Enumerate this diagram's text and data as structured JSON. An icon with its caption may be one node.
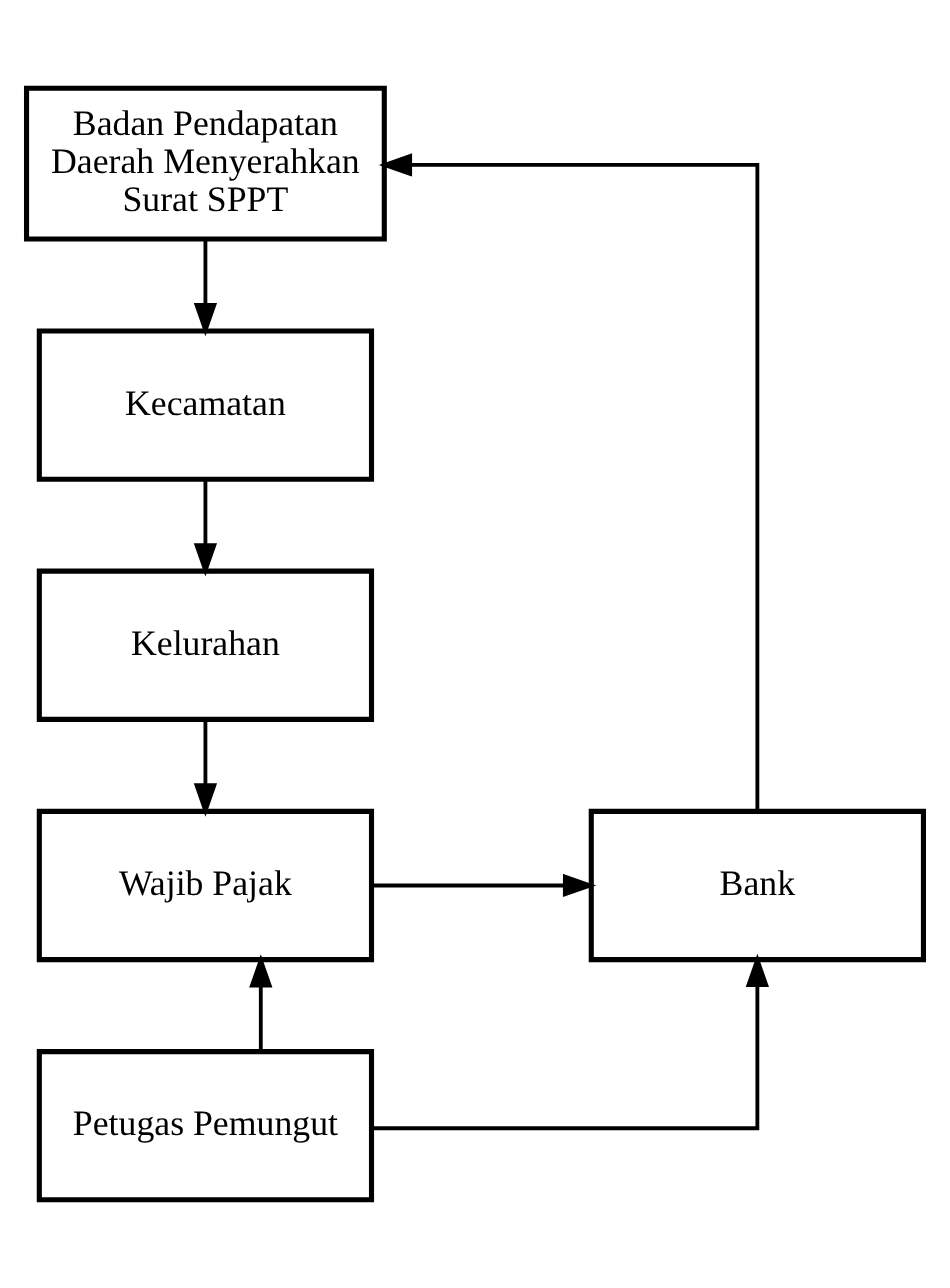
{
  "diagram": {
    "nodes": [
      {
        "text": [
          "Badan Pendapatan Daerah Menyerahkan Surat SPPT"
        ]
      },
      {
        "text": [
          "Kecamatan"
        ]
      },
      {
        "text": [
          "Kelurahan"
        ]
      },
      {
        "text": [
          "Wajib Pajak"
        ]
      },
      {
        "text": [
          "Bank"
        ]
      },
      {
        "text": [
          "Petugas Pemungut"
        ]
      }
    ],
    "edges": [
      {
        "from": 0,
        "to": 1,
        "arrow": "to"
      },
      {
        "from": 1,
        "to": 2,
        "arrow": "to"
      },
      {
        "from": 2,
        "to": 3,
        "arrow": "to"
      },
      {
        "from": 5,
        "to": 3,
        "arrow": "to"
      },
      {
        "from": 3,
        "to": 4,
        "arrow": "to"
      },
      {
        "from": 5,
        "to": 4,
        "arrow": "to"
      },
      {
        "from": 4,
        "to": 0,
        "arrow": "to"
      }
    ]
  }
}
